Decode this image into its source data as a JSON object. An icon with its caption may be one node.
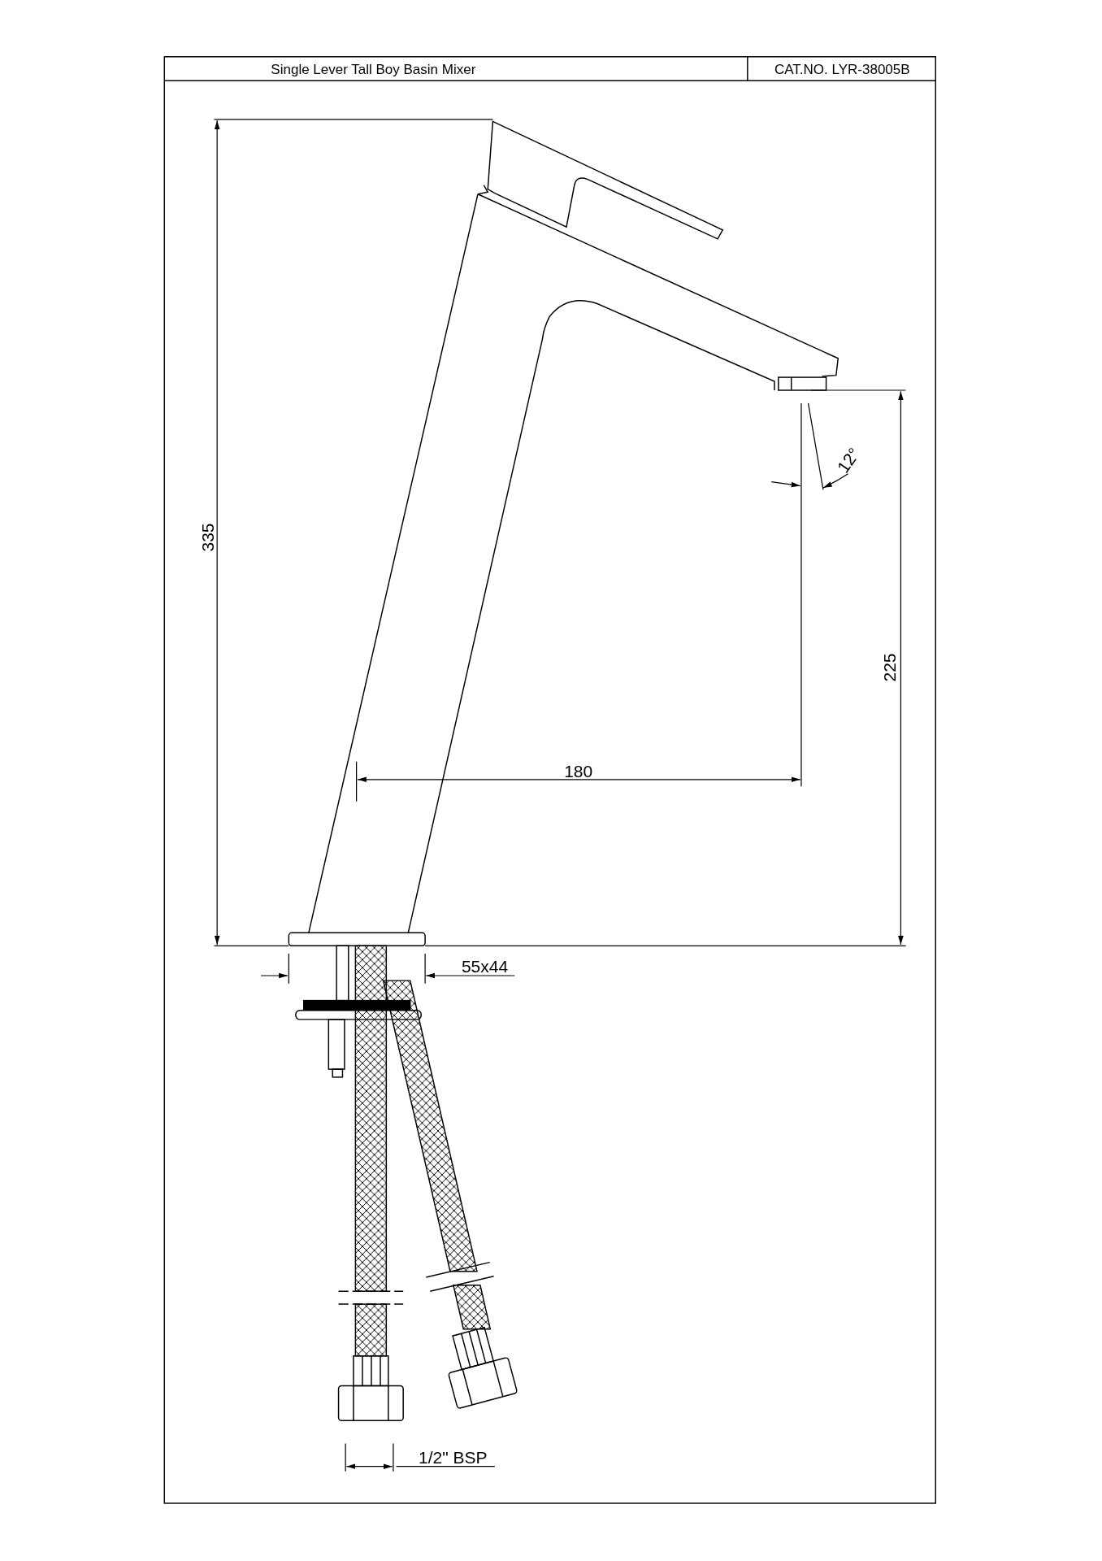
{
  "diagram": {
    "title": "Single Lever Tall Boy Basin Mixer",
    "labels": [
      "CAT.NO. LYR-38005B",
      "335",
      "12°",
      "225",
      "180",
      "55x44",
      "1/2\" BSP"
    ]
  }
}
